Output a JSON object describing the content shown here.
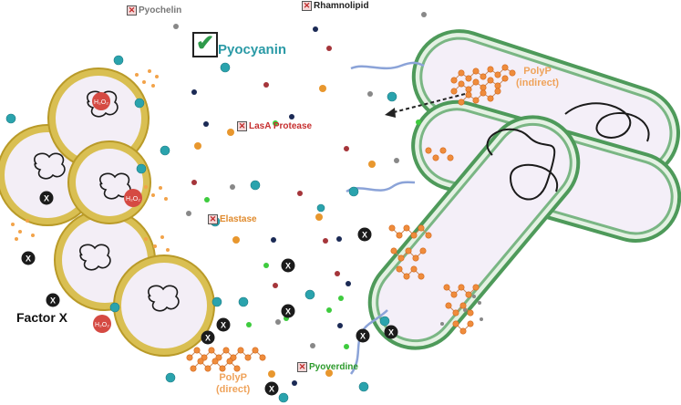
{
  "labels": {
    "pyochelin": "Pyochelin",
    "rhamnolipid": "Rhamnolipid",
    "pyocyanin": "Pyocyanin",
    "lasa_protease": "LasA Protease",
    "elastase": "Elastase",
    "pyoverdine": "Pyoverdine",
    "factor_x": "Factor X",
    "polyp_indirect_line1": "PolyP",
    "polyp_indirect_line2": "(indirect)",
    "polyp_direct_line1": "PolyP",
    "polyp_direct_line2": "(direct)",
    "h2o2": "H₂O₂",
    "x_mark": "X"
  },
  "colors": {
    "host_cell_ring": "#c9a93a",
    "host_cell_fill": "#f3eef6",
    "bacteria_wall": "#3e8a4c",
    "bacteria_fill": "#f4eff8",
    "pyocyanin_dot": "#2aa3ad",
    "h2o2": "#d54a43",
    "polyp_node": "#ef8c3c",
    "label_teal": "#2a9aa6",
    "label_red": "#c62f2f",
    "label_orange": "#e08a2c",
    "label_green": "#2b9a2b"
  }
}
